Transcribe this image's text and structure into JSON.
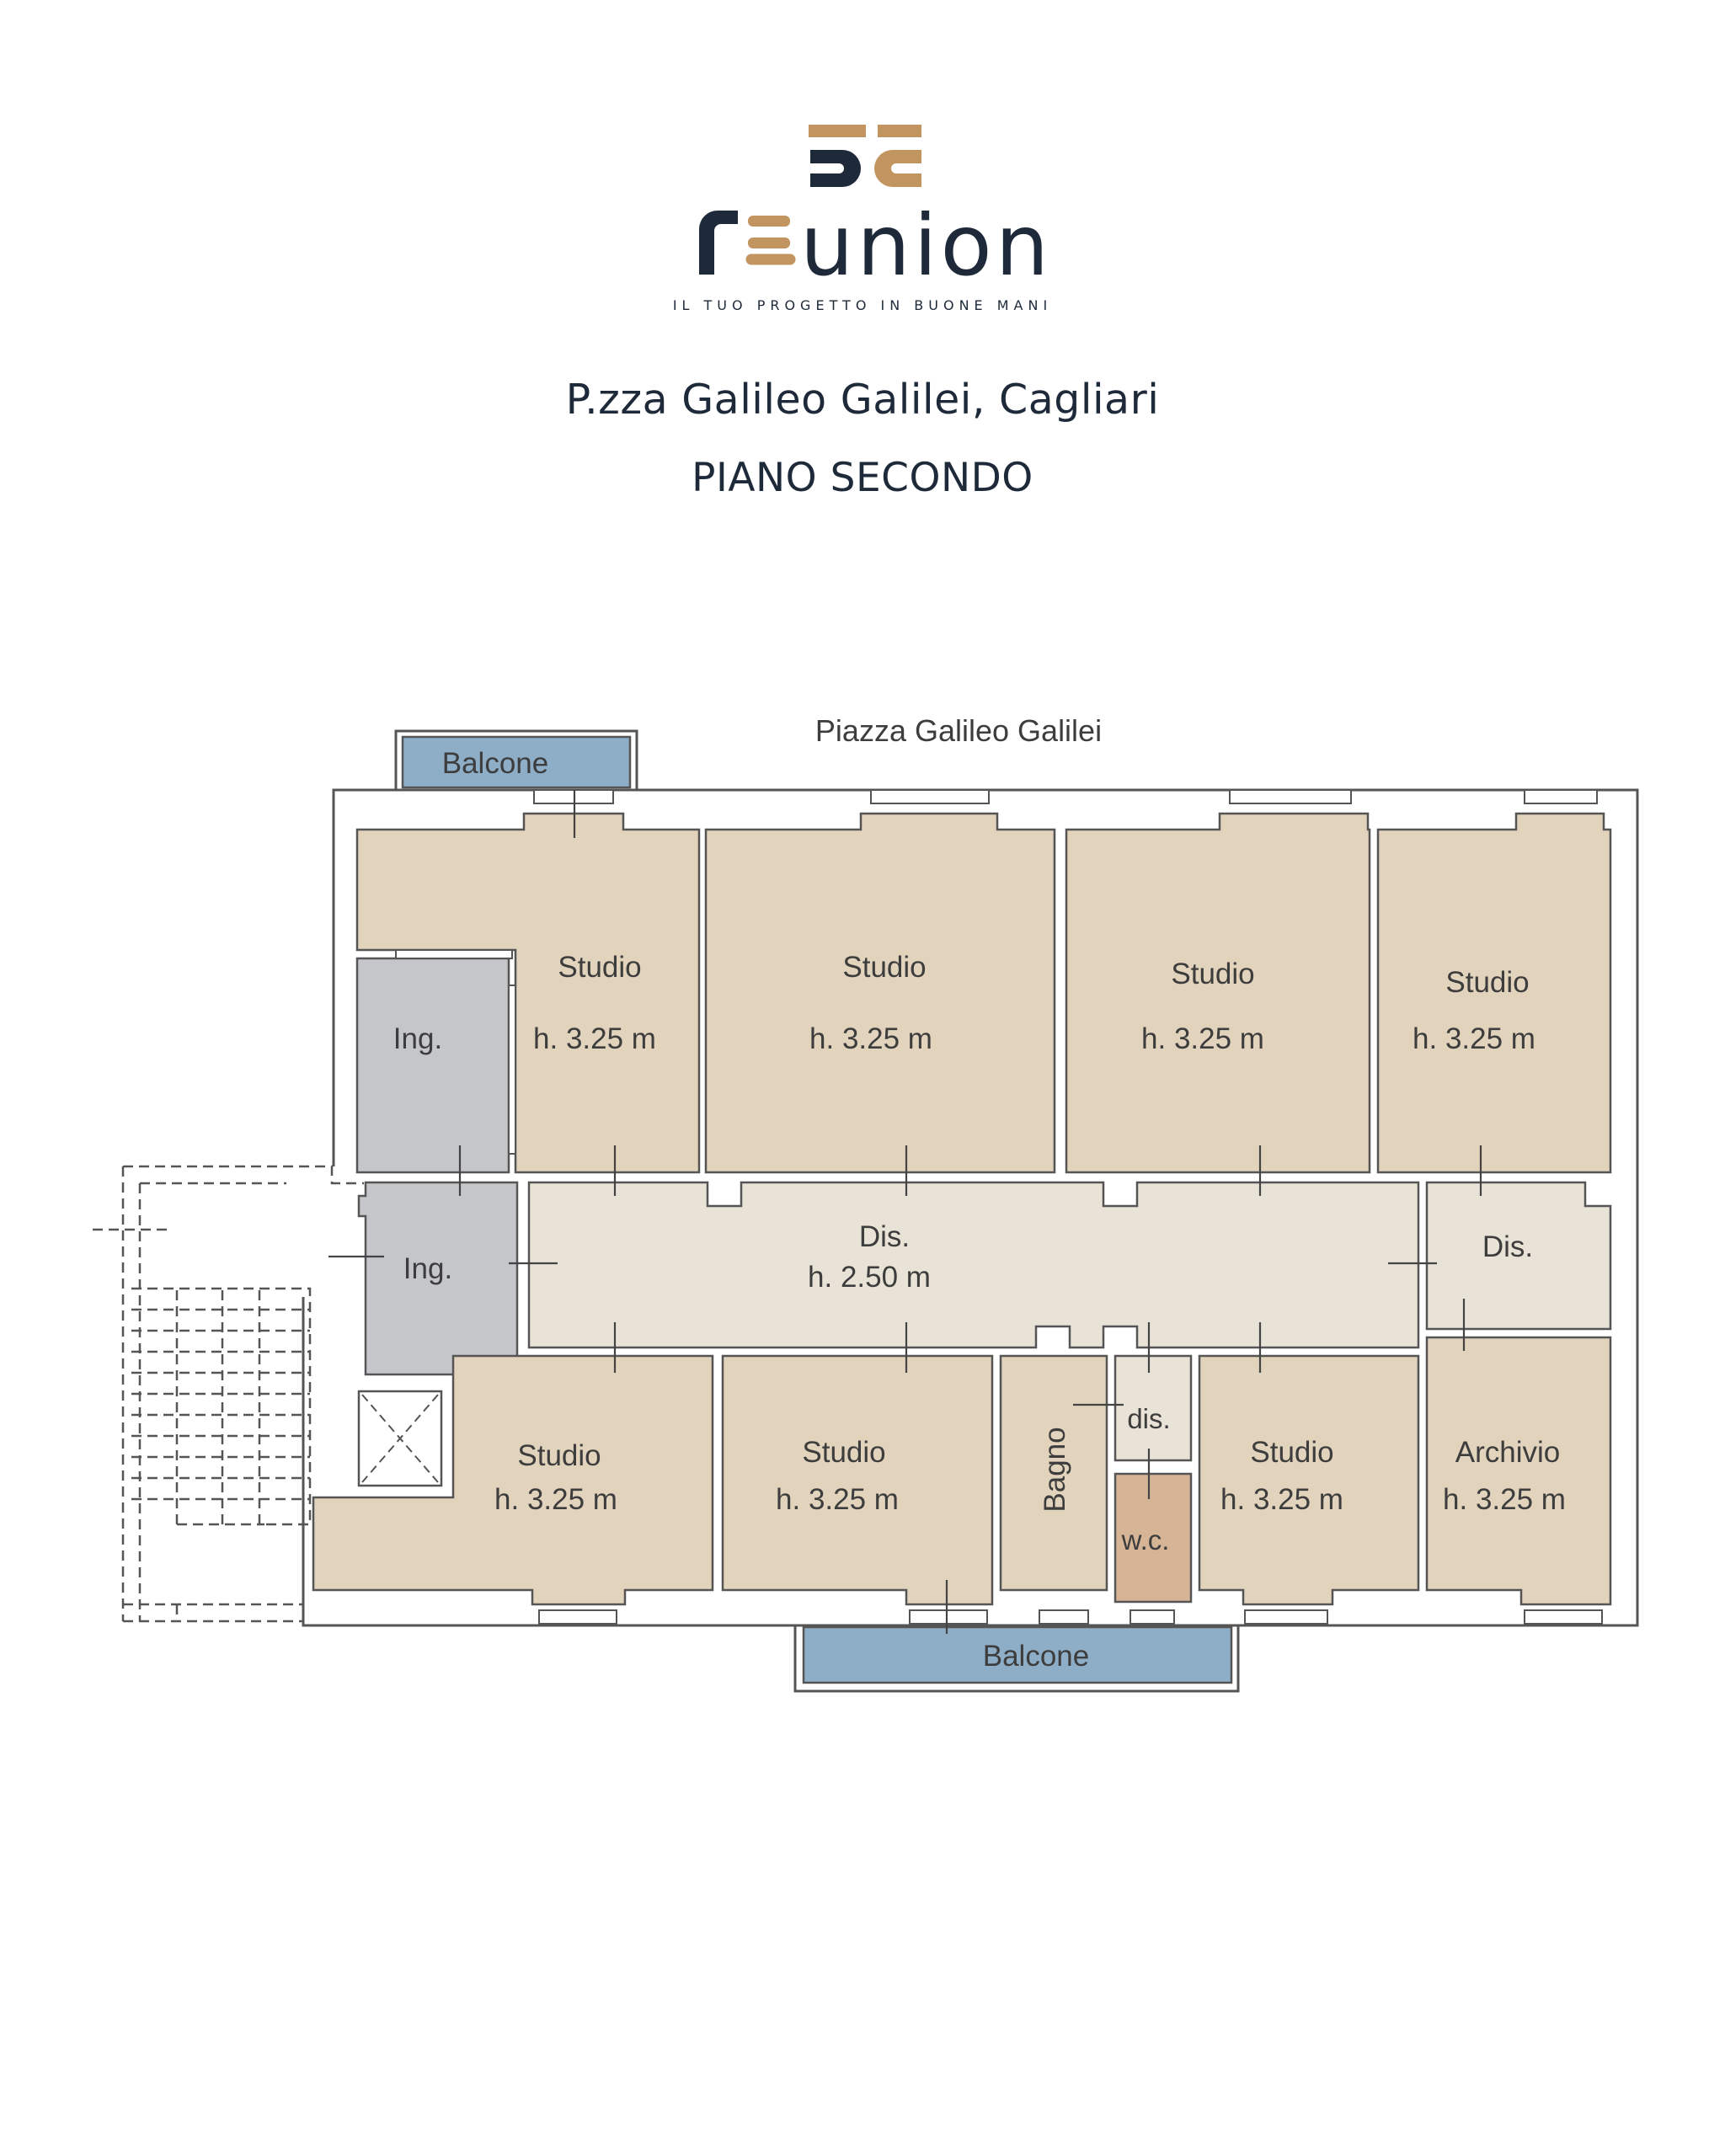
{
  "brand": {
    "name": "reunion",
    "tagline": "IL TUO PROGETTO IN BUONE MANI",
    "colors": {
      "navy": "#1e2a3a",
      "gold": "#c2945f"
    }
  },
  "header": {
    "address": "P.zza Galileo Galilei, Cagliari",
    "floor": "PIANO SECONDO"
  },
  "plan": {
    "street_label": "Piazza Galileo Galilei",
    "colors": {
      "studio": "#e2d3bd",
      "ingresso": "#c4c6ca",
      "disimpegno": "#e9e3d7",
      "balcone": "#8eaec8",
      "wc": "#d6b596",
      "wall": "#555555"
    },
    "rooms": {
      "balcone_top": "Balcone",
      "studio_1": {
        "name": "Studio",
        "height": "h. 3.25 m"
      },
      "studio_2": {
        "name": "Studio",
        "height": "h. 3.25 m"
      },
      "studio_3": {
        "name": "Studio",
        "height": "h. 3.25 m"
      },
      "studio_4": {
        "name": "Studio",
        "height": "h. 3.25 m"
      },
      "ing_1": "Ing.",
      "ing_2": "Ing.",
      "dis_main": {
        "name": "Dis.",
        "height": "h. 2.50 m"
      },
      "dis_right": "Dis.",
      "studio_5": {
        "name": "Studio",
        "height": "h. 3.25 m"
      },
      "studio_6": {
        "name": "Studio",
        "height": "h. 3.25 m"
      },
      "bagno": "Bagno",
      "dis_small": "dis.",
      "wc": "w.c.",
      "studio_7": {
        "name": "Studio",
        "height": "h. 3.25 m"
      },
      "archivio": {
        "name": "Archivio",
        "height": "h. 3.25 m"
      },
      "balcone_bottom": "Balcone"
    }
  }
}
